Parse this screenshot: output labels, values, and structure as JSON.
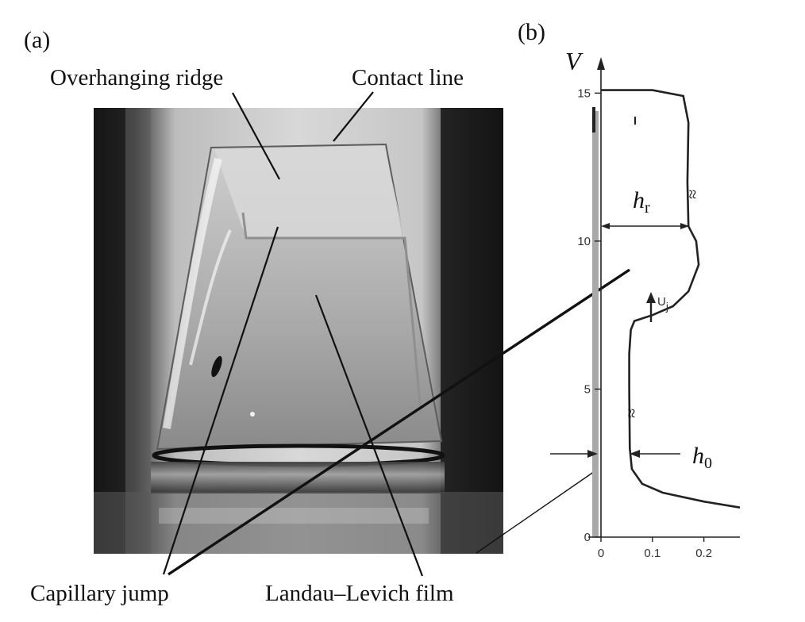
{
  "panel_a": {
    "tag": "(a)",
    "labels": {
      "overhanging_ridge": "Overhanging ridge",
      "contact_line": "Contact line",
      "capillary_jump": "Capillary jump",
      "landau_levich_film": "Landau–Levich film"
    }
  },
  "panel_b": {
    "tag": "(b)",
    "y_axis_symbol": "V",
    "thickness_labels": {
      "ridge": "h",
      "ridge_sub": "r",
      "film": "h",
      "film_sub": "0"
    },
    "velocity_label": {
      "text": "U",
      "sub": "j"
    },
    "break_mark": "≈"
  },
  "chart_data": {
    "type": "line",
    "xlim": [
      0,
      0.27
    ],
    "ylim": [
      0,
      16
    ],
    "x_ticks": [
      "0",
      "0.1",
      "0.2"
    ],
    "y_ticks": [
      "0",
      "5",
      "10",
      "15"
    ],
    "series": [
      {
        "points": [
          [
            0.27,
            1.0
          ],
          [
            0.2,
            1.2
          ],
          [
            0.12,
            1.5
          ],
          [
            0.08,
            1.8
          ],
          [
            0.06,
            2.3
          ],
          [
            0.056,
            3.0
          ],
          [
            0.055,
            5.0
          ],
          [
            0.055,
            6.2
          ],
          [
            0.058,
            7.0
          ],
          [
            0.065,
            7.3
          ],
          [
            0.1,
            7.5
          ],
          [
            0.14,
            7.8
          ],
          [
            0.17,
            8.3
          ],
          [
            0.19,
            9.2
          ],
          [
            0.185,
            10.0
          ],
          [
            0.17,
            10.5
          ],
          [
            0.168,
            12.0
          ],
          [
            0.17,
            14.0
          ],
          [
            0.16,
            14.9
          ],
          [
            0.1,
            15.1
          ],
          [
            0.0,
            15.1
          ]
        ]
      }
    ]
  },
  "colors": {
    "wall": "#a9a9a9",
    "curve": "#222222",
    "axis": "#222222"
  }
}
